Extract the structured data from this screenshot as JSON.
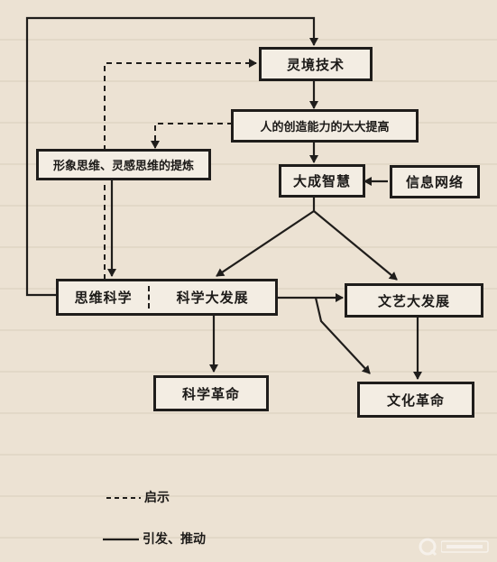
{
  "nodes": {
    "spirit_tech": "灵境技术",
    "human_creativity": "人的创造能力的大大提高",
    "image_thinking": "形象思维、灵感思维的提炼",
    "great_wisdom": "大成智慧",
    "info_network": "信息网络",
    "thinking_science": "思维科学",
    "science_development": "科学大发展",
    "arts_development": "文艺大发展",
    "science_revolution": "科学革命",
    "culture_revolution": "文化革命"
  },
  "legend": {
    "dashed_label": "启示",
    "solid_label": "引发、推动"
  },
  "colors": {
    "line": "#1f1d1b",
    "paper": "#ece2d3",
    "box_fill": "#f3ede3"
  }
}
